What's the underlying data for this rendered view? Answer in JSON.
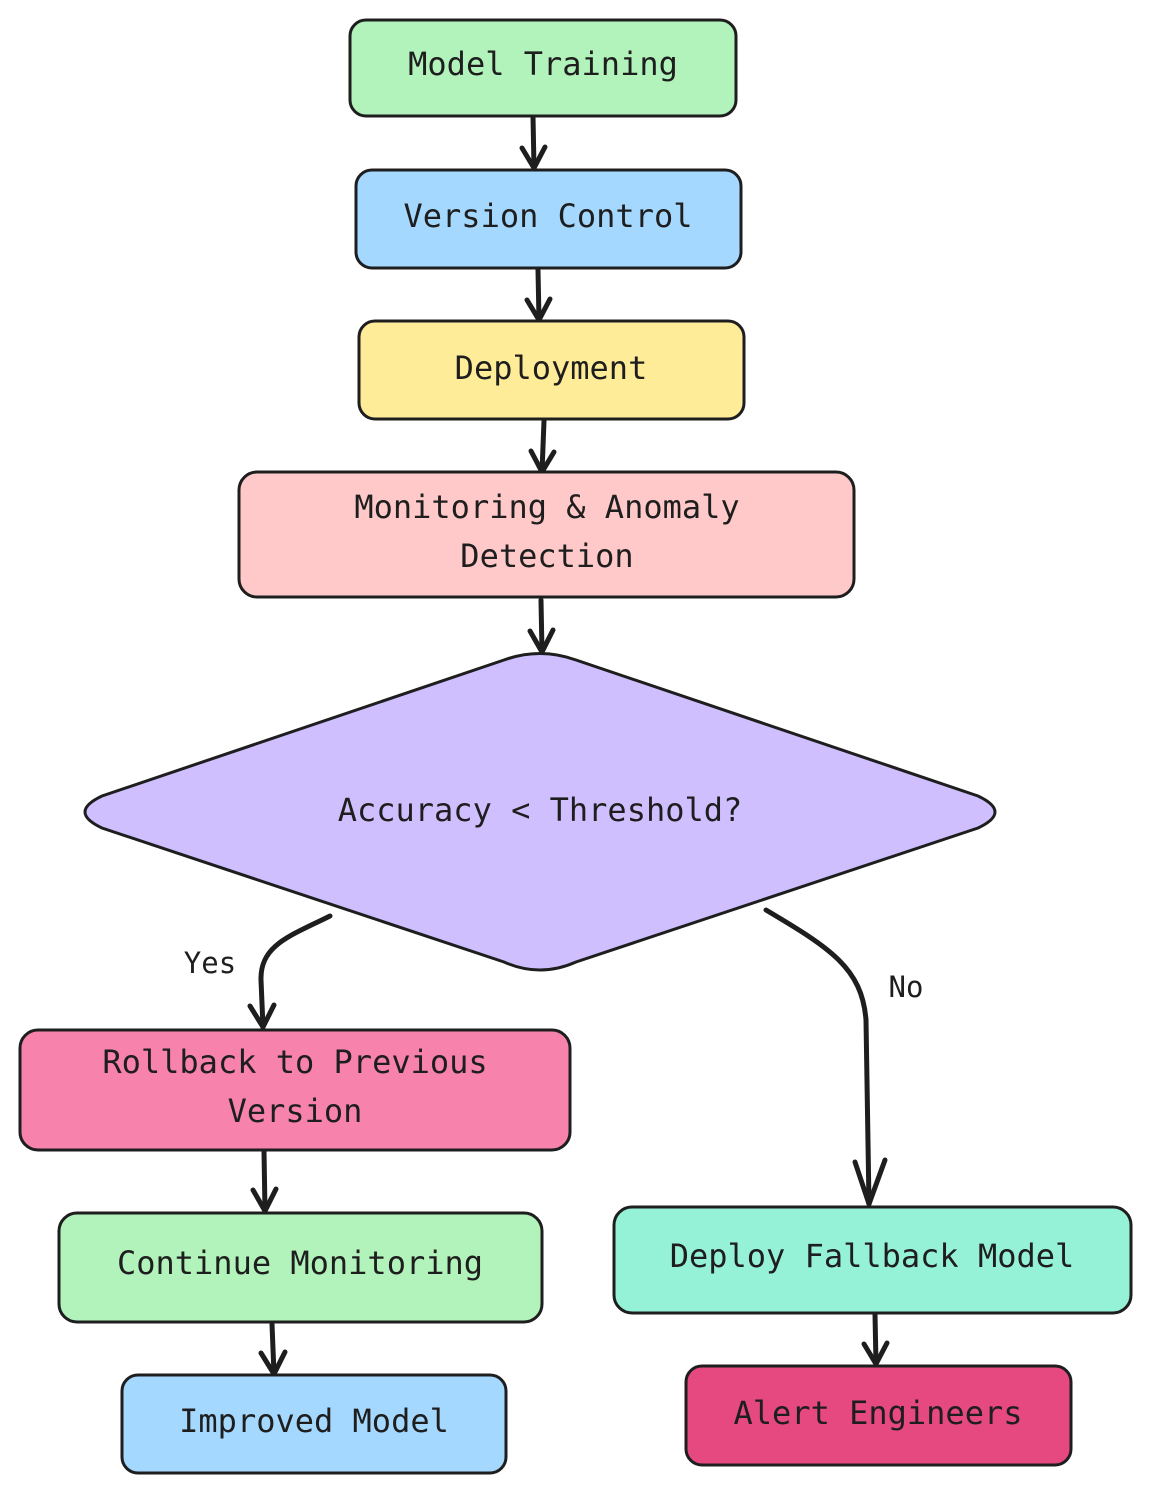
{
  "diagram": {
    "nodes": {
      "model_training": {
        "label": "Model Training",
        "color": "#b2f2bb"
      },
      "version_control": {
        "label": "Version Control",
        "color": "#a5d8ff"
      },
      "deployment": {
        "label": "Deployment",
        "color": "#ffec99"
      },
      "monitoring": {
        "line1": "Monitoring & Anomaly",
        "line2": "Detection",
        "color": "#ffc9c9"
      },
      "decision": {
        "label": "Accuracy < Threshold?",
        "color": "#d0bfff"
      },
      "rollback": {
        "line1": "Rollback to Previous",
        "line2": "Version",
        "color": "#f783ac"
      },
      "continue_monitoring": {
        "label": "Continue Monitoring",
        "color": "#b2f2bb"
      },
      "improved_model": {
        "label": "Improved Model",
        "color": "#a5d8ff"
      },
      "deploy_fallback": {
        "label": "Deploy Fallback Model",
        "color": "#96f2d7"
      },
      "alert_engineers": {
        "label": "Alert Engineers",
        "color": "#e64980"
      }
    },
    "edges": {
      "yes_label": "Yes",
      "no_label": "No"
    },
    "stroke_color": "#1e1e1e"
  }
}
